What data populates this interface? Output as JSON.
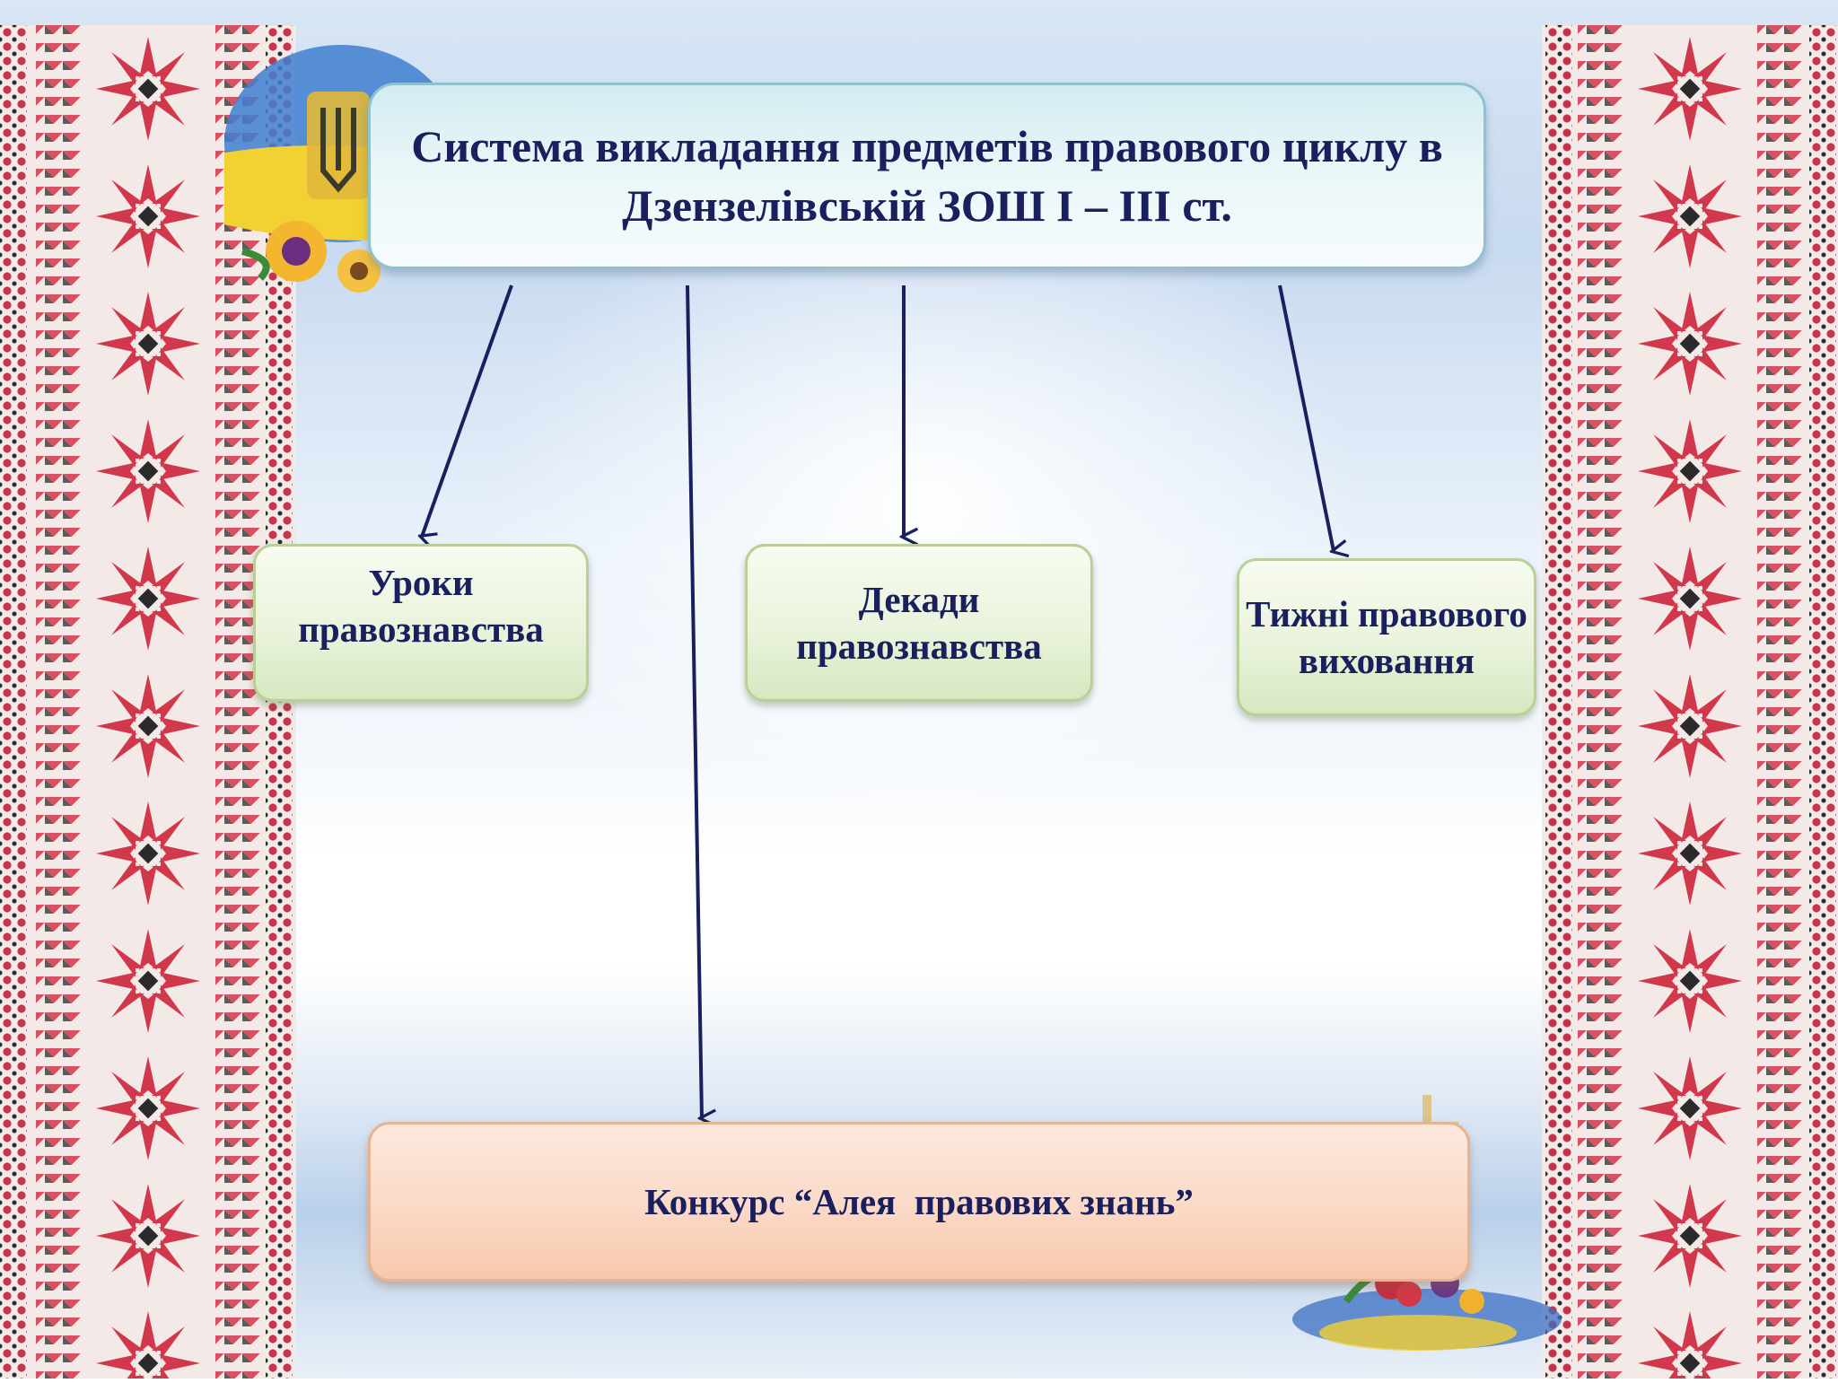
{
  "diagram": {
    "title": "Система викладання предметів правового циклу в Дзензелівській ЗОШ І – ІІІ ст.",
    "nodes": [
      {
        "label": "Уроки правознавства"
      },
      {
        "label": "Декади правознавства"
      },
      {
        "label": "Тижні правового виховання"
      },
      {
        "label": "Конкурс “Алея  правових знань”"
      }
    ]
  },
  "colors": {
    "text": "#1a1f5e",
    "arrow": "#1a1f5e",
    "title_box": "#d2ecf1",
    "green_box": "#eaf3dc",
    "orange_box": "#fbd9c6",
    "ornament_red": "#d2384c"
  }
}
